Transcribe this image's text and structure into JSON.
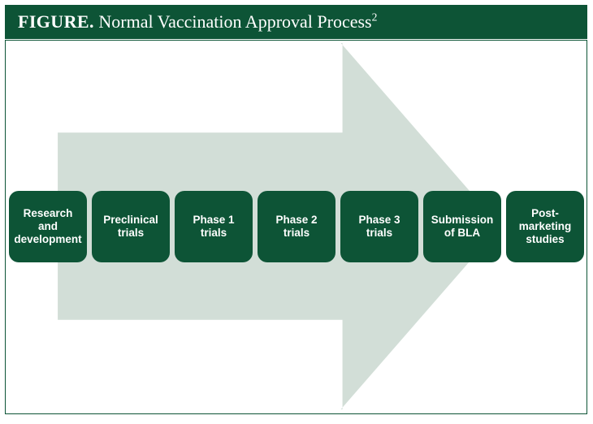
{
  "figure": {
    "label": "FIGURE.",
    "title": "Normal Vaccination Approval Process",
    "footnote_marker": "2"
  },
  "colors": {
    "header_green": "#0d5436",
    "box_green": "#0d5436",
    "arrow_sage": "#d2ded7",
    "frame_border": "#0d5436",
    "box_text": "#ffffff",
    "page_background": "#ffffff"
  },
  "diagram": {
    "type": "process-flow",
    "direction": "left-to-right",
    "arrow": {
      "name": "process-arrow",
      "description": "large pale sage arrow behind the stage boxes, shaft running left-to-right with head pointing down-right",
      "fill": "#d2ded7"
    },
    "stages": [
      {
        "id": "research-and-development",
        "label": "Research\nand\ndevelopment"
      },
      {
        "id": "preclinical-trials",
        "label": "Preclinical\ntrials"
      },
      {
        "id": "phase-1-trials",
        "label": "Phase 1\ntrials"
      },
      {
        "id": "phase-2-trials",
        "label": "Phase 2\ntrials"
      },
      {
        "id": "phase-3-trials",
        "label": "Phase 3\ntrials"
      },
      {
        "id": "submission-of-bla",
        "label": "Submission\nof BLA"
      },
      {
        "id": "post-marketing-studies",
        "label": "Post-\nmarketing\nstudies"
      }
    ]
  }
}
